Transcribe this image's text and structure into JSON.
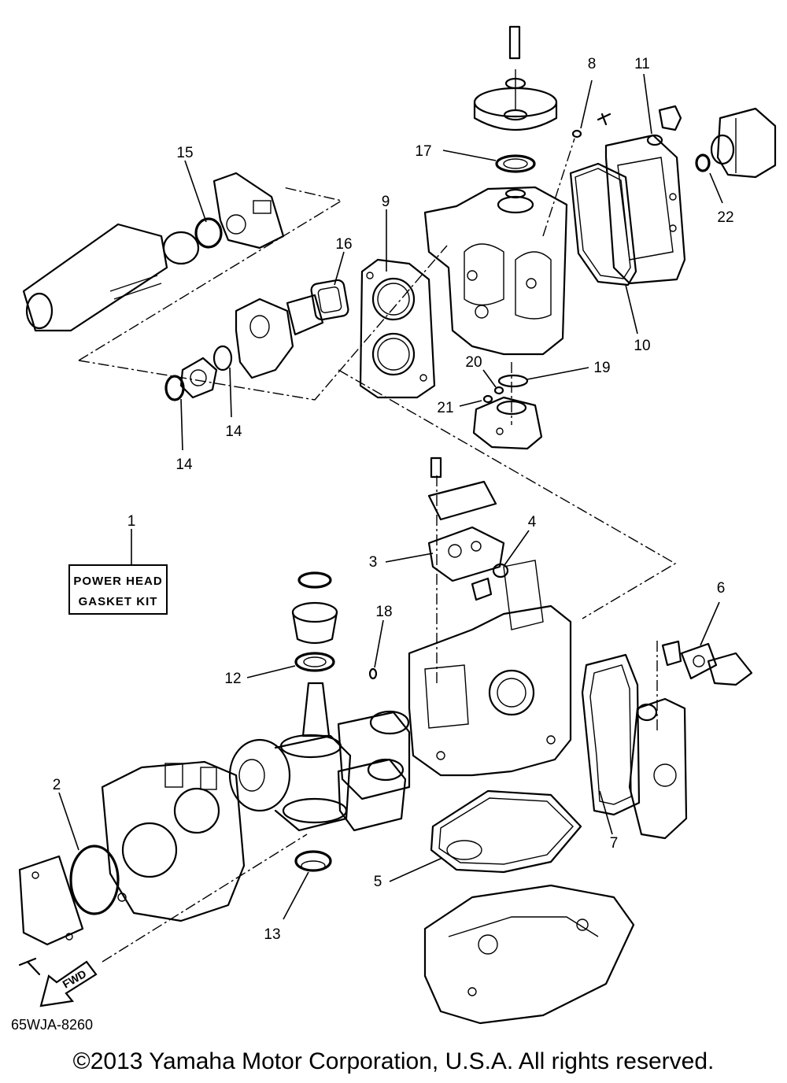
{
  "kit_label": {
    "line1": "POWER HEAD",
    "line2": "GASKET KIT"
  },
  "fwd_label": "FWD",
  "diagram_code": "65WJA-8260",
  "copyright": "©2013 Yamaha Motor Corporation, U.S.A. All rights reserved.",
  "callouts": {
    "c1": "1",
    "c2": "2",
    "c3": "3",
    "c4": "4",
    "c5": "5",
    "c6": "6",
    "c7": "7",
    "c8": "8",
    "c9": "9",
    "c10": "10",
    "c11": "11",
    "c12": "12",
    "c13": "13",
    "c14a": "14",
    "c14b": "14",
    "c15": "15",
    "c16": "16",
    "c17": "17",
    "c18": "18",
    "c19": "19",
    "c20": "20",
    "c21": "21",
    "c22": "22"
  }
}
